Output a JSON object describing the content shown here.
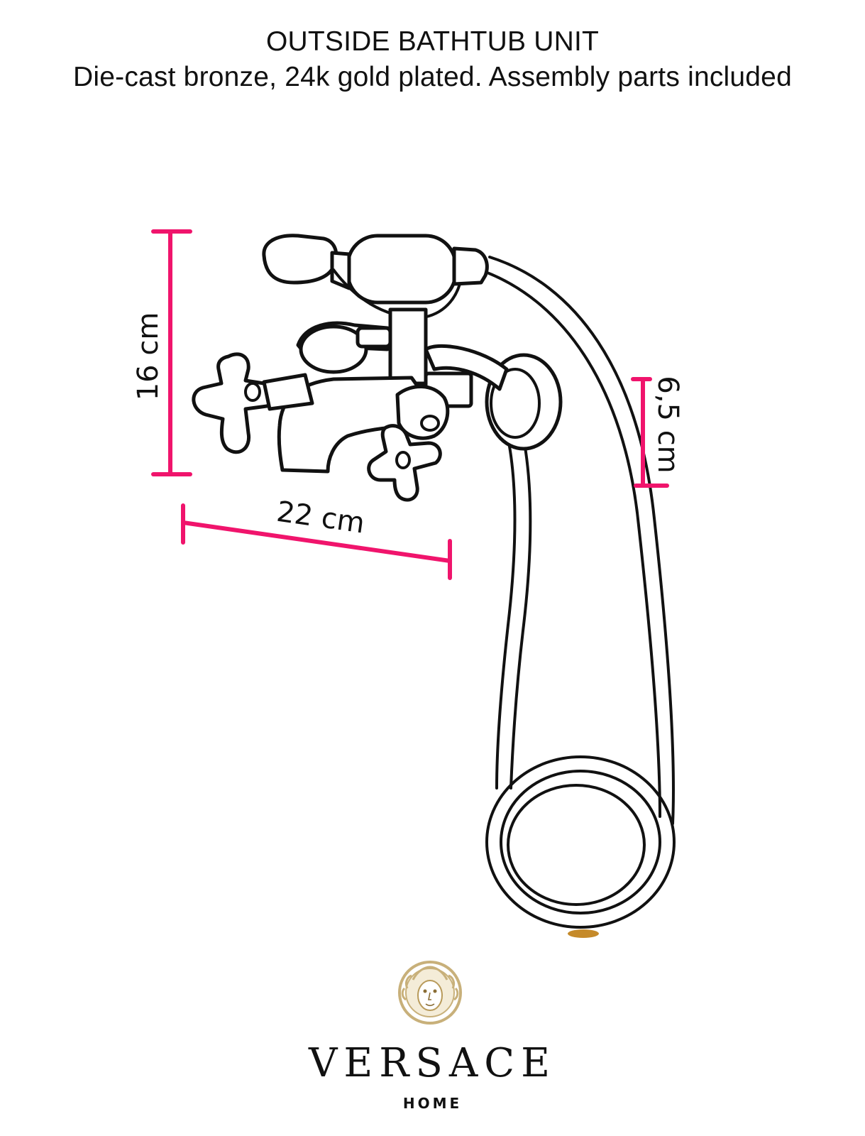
{
  "header": {
    "title": "OUTSIDE BATHTUB UNIT",
    "subtitle": "Die-cast bronze, 24k gold plated. Assembly parts included"
  },
  "dimensions": {
    "height_label": "16 cm",
    "width_label": "22 cm",
    "depth_label": "6,5 cm"
  },
  "brand": {
    "name": "VERSACE",
    "sub": "HOME",
    "logo_icon": "medusa-medallion-icon"
  },
  "colors": {
    "dimension": "#f0146c",
    "logo_gold": "#c8b07a",
    "outline": "#111111"
  }
}
